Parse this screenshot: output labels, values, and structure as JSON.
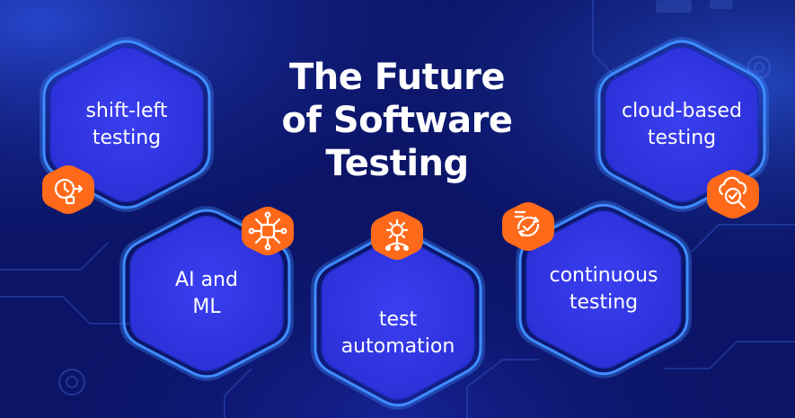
{
  "title": {
    "line1": "The Future",
    "line2": "of Software",
    "line3": "Testing"
  },
  "items": [
    {
      "id": "shift-left",
      "line1": "shift-left",
      "line2": "testing",
      "icon": "clock-gear-icon"
    },
    {
      "id": "ai-ml",
      "line1": "AI and",
      "line2": "ML",
      "icon": "chip-network-icon"
    },
    {
      "id": "test-automation",
      "line1": "test",
      "line2": "automation",
      "icon": "gear-flow-icon"
    },
    {
      "id": "continuous",
      "line1": "continuous",
      "line2": "testing",
      "icon": "cycle-check-icon"
    },
    {
      "id": "cloud-based",
      "line1": "cloud-based",
      "line2": "testing",
      "icon": "cloud-search-icon"
    }
  ],
  "colors": {
    "background": "#0b1466",
    "hex_fill": "#2b2fd6",
    "hex_outline": "#3f8cff",
    "badge": "#ff6a1a",
    "text": "#ffffff"
  }
}
